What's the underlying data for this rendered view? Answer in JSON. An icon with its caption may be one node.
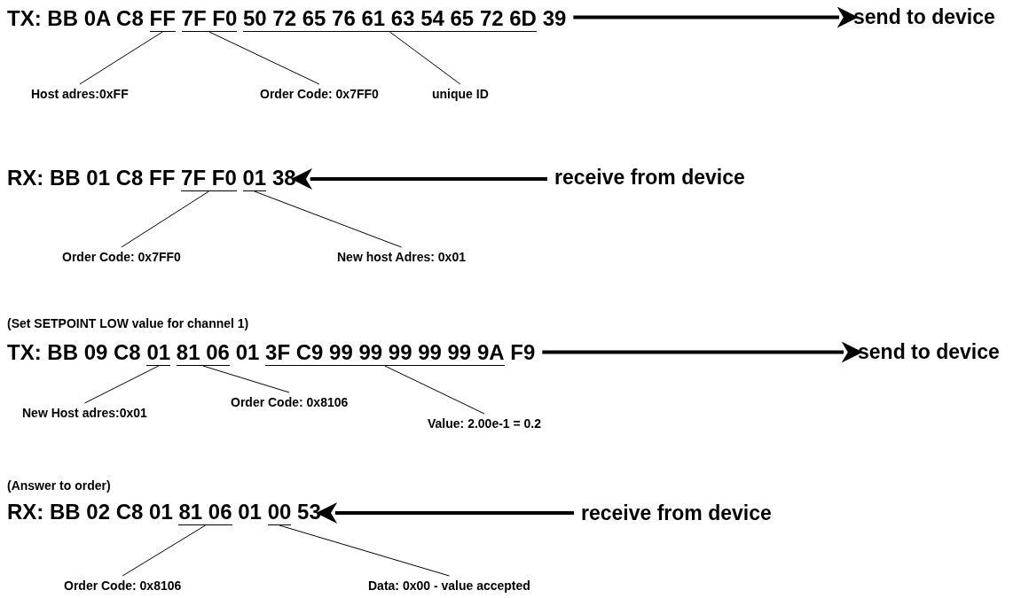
{
  "diagram": {
    "nodes": [
      {
        "text": [
          "TX: BB 0A C8"
        ]
      },
      {
        "text": [
          "FF"
        ]
      },
      {
        "text": [
          "7F F0"
        ]
      },
      {
        "text": [
          "50 72 65 76 61 63 54 65 72 6D"
        ]
      },
      {
        "text": [
          "39"
        ]
      },
      {
        "text": [
          "send to device"
        ]
      },
      {
        "text": [
          "Host adres:0xFF"
        ]
      },
      {
        "text": [
          "Order Code: 0x7FF0"
        ]
      },
      {
        "text": [
          "unique ID"
        ]
      },
      {
        "text": [
          "RX: BB 01 C8 FF"
        ]
      },
      {
        "text": [
          "7F F0"
        ]
      },
      {
        "text": [
          "01"
        ]
      },
      {
        "text": [
          "38"
        ]
      },
      {
        "text": [
          "receive from device"
        ]
      },
      {
        "text": [
          "Order Code: 0x7FF0"
        ]
      },
      {
        "text": [
          "New host Adres: 0x01"
        ]
      },
      {
        "text": [
          "TX: BB 09 C8"
        ]
      },
      {
        "text": [
          "01"
        ]
      },
      {
        "text": [
          "81 06"
        ]
      },
      {
        "text": [
          "01"
        ]
      },
      {
        "text": [
          "3F C9 99 99 99 99 99 9A"
        ]
      },
      {
        "text": [
          "F9"
        ]
      },
      {
        "text": [
          "send to device"
        ]
      },
      {
        "text": [
          "New Host adres:0x01"
        ]
      },
      {
        "text": [
          "Order Code: 0x8106"
        ]
      },
      {
        "text": [
          "Value: 2.00e-1 = 0.2"
        ]
      },
      {
        "text": [
          "RX: BB 02 C8 01"
        ]
      },
      {
        "text": [
          "81 06"
        ]
      },
      {
        "text": [
          "01"
        ]
      },
      {
        "text": [
          "00"
        ]
      },
      {
        "text": [
          "53"
        ]
      },
      {
        "text": [
          "receive from device"
        ]
      },
      {
        "text": [
          "Order Code: 0x8106"
        ]
      },
      {
        "text": [
          "Data: 0x00 - value accepted"
        ]
      }
    ],
    "edges": [
      {
        "from": 4,
        "to": 5,
        "arrow": "to",
        "style": "thick"
      },
      {
        "from": 6,
        "to": 1,
        "arrow": "none"
      },
      {
        "from": 7,
        "to": 2,
        "arrow": "none"
      },
      {
        "from": 8,
        "to": 3,
        "arrow": "none"
      },
      {
        "from": 13,
        "to": 12,
        "arrow": "to",
        "style": "thick"
      },
      {
        "from": 14,
        "to": 10,
        "arrow": "none"
      },
      {
        "from": 15,
        "to": 11,
        "arrow": "none"
      },
      {
        "from": 21,
        "to": 22,
        "arrow": "to",
        "style": "thick"
      },
      {
        "from": 23,
        "to": 17,
        "arrow": "none"
      },
      {
        "from": 24,
        "to": 18,
        "arrow": "none"
      },
      {
        "from": 25,
        "to": 20,
        "arrow": "none"
      },
      {
        "from": 31,
        "to": 30,
        "arrow": "to",
        "style": "thick"
      },
      {
        "from": 32,
        "to": 27,
        "arrow": "none"
      },
      {
        "from": 33,
        "to": 29,
        "arrow": "none"
      }
    ],
    "labels": [
      "(Set SETPOINT LOW value for channel 1)",
      "(Answer to order)"
    ]
  }
}
